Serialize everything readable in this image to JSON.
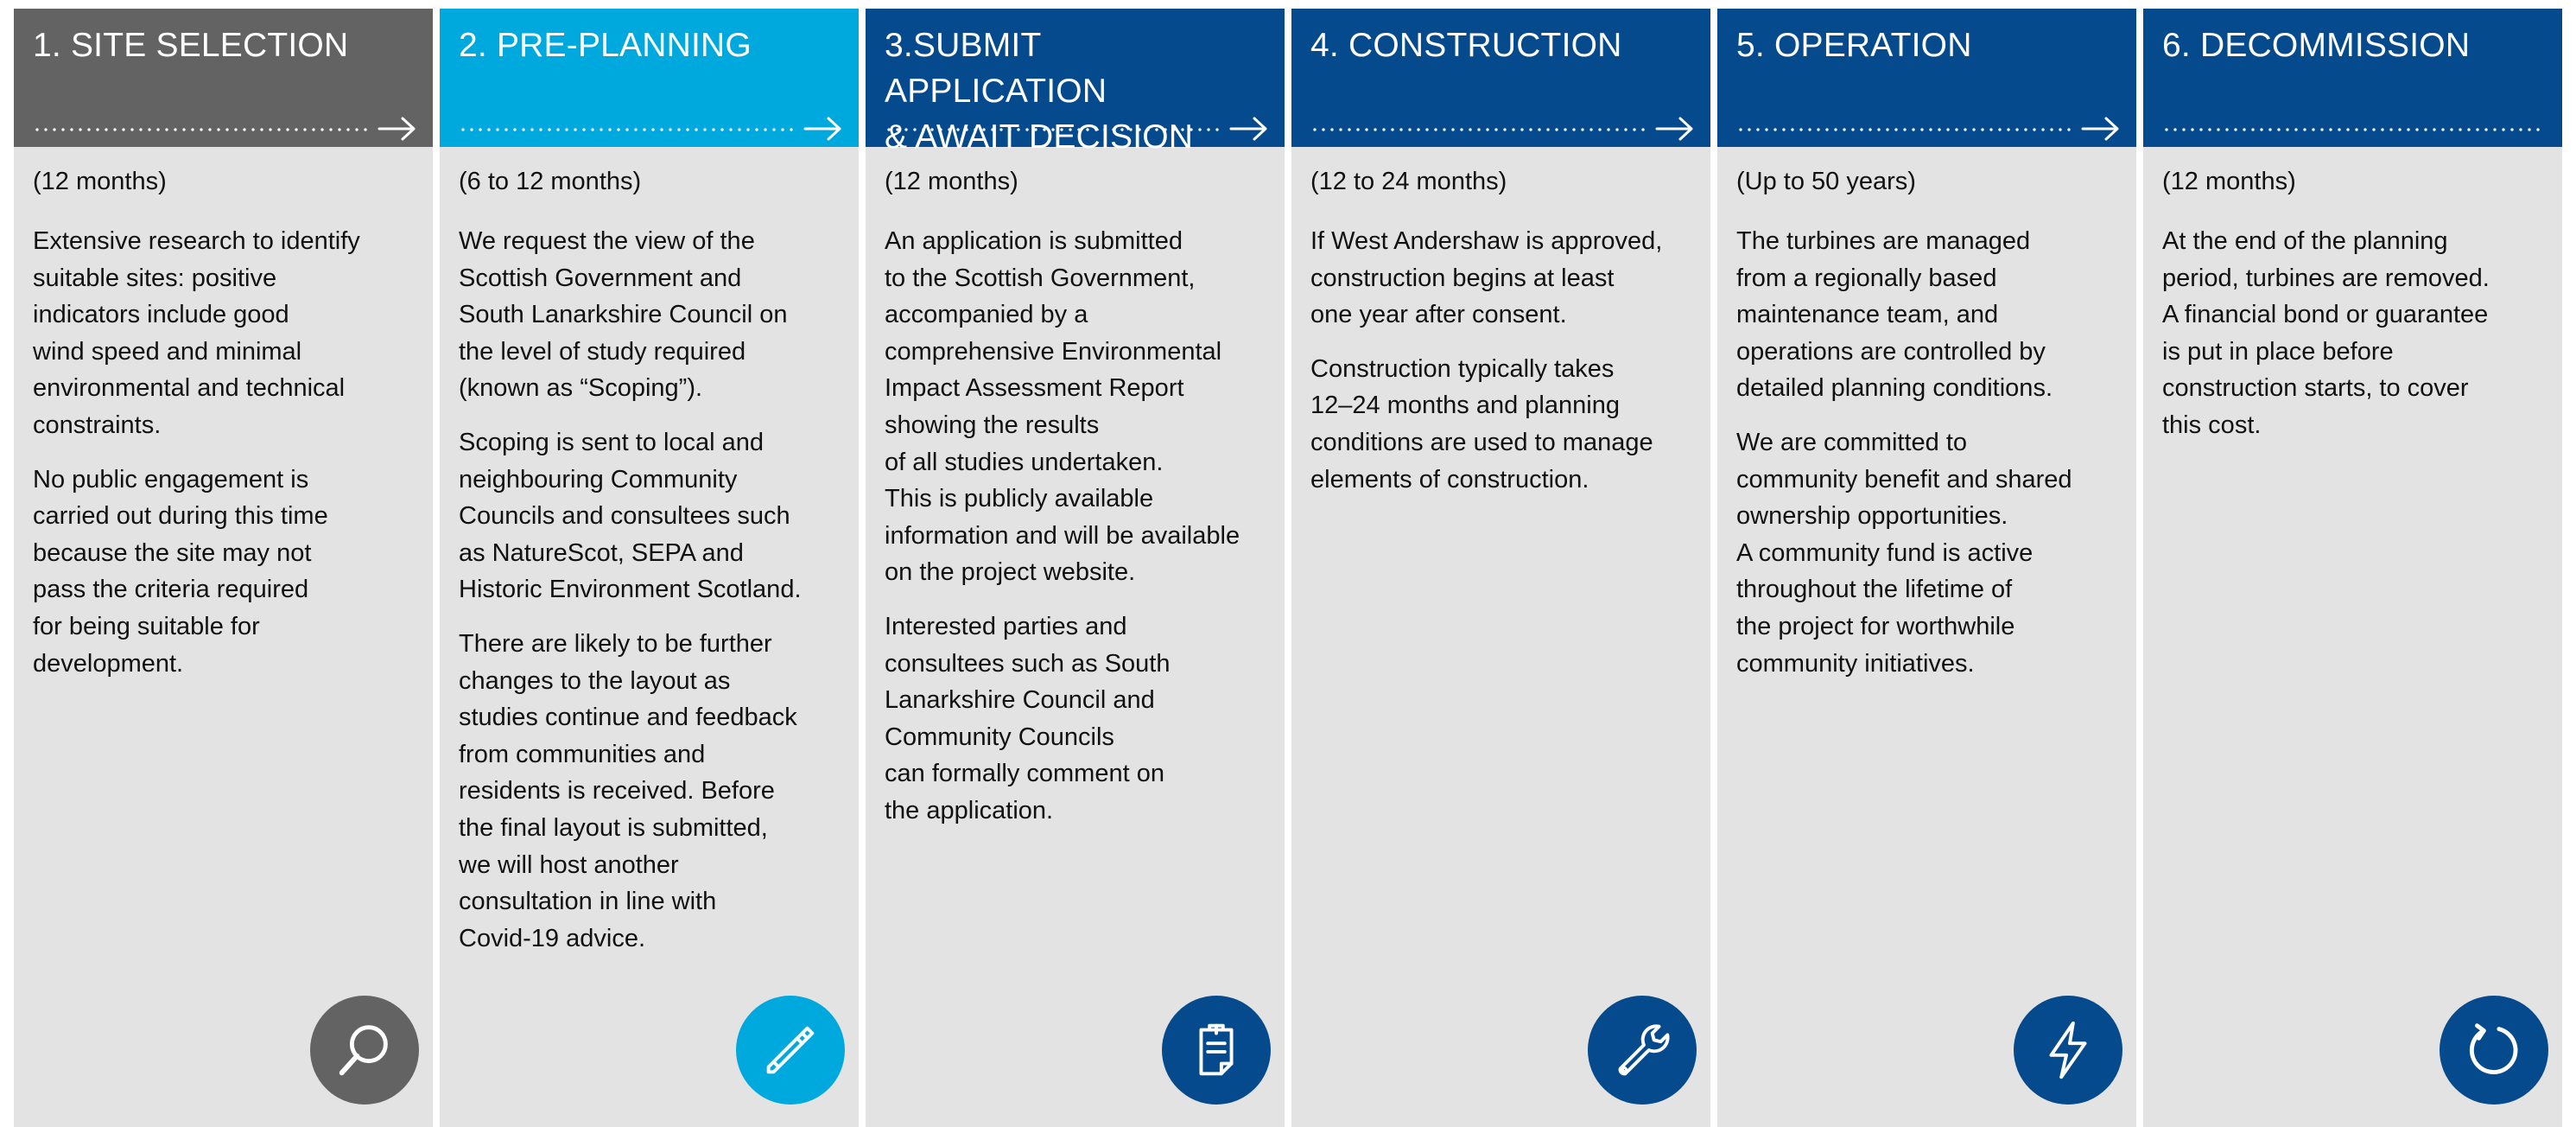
{
  "colors": {
    "gray": "#636363",
    "cyan": "#00a9dd",
    "navy": "#054a8c",
    "panel_bg": "#e3e3e3"
  },
  "stages": [
    {
      "title": "1. SITE SELECTION",
      "duration": "(12 months)",
      "paragraphs": [
        "Extensive research to identify\nsuitable sites: positive\nindicators include good\nwind speed and minimal\nenvironmental and technical\nconstraints.",
        "No public engagement is\ncarried out during this time\nbecause the site may not\npass the criteria required\nfor being suitable for\ndevelopment."
      ],
      "icon": "magnifier-icon"
    },
    {
      "title": "2. PRE-PLANNING",
      "duration": "(6 to 12 months)",
      "paragraphs": [
        "We request the view of the\nScottish Government and\nSouth Lanarkshire Council on\nthe level of study required\n(known as “Scoping”).",
        "Scoping is sent to local and\nneighbouring Community\nCouncils and consultees such\nas NatureScot, SEPA and\nHistoric Environment Scotland.",
        "There are likely to be further\nchanges to the layout as\nstudies continue and feedback\nfrom communities and\nresidents is received.  Before\nthe final layout is submitted,\nwe will host another\nconsultation in line with\nCovid-19 advice."
      ],
      "icon": "pencil-icon"
    },
    {
      "title": "3.SUBMIT APPLICATION\n&  AWAIT DECISION",
      "duration": "(12 months)",
      "paragraphs": [
        "An application is submitted\nto the Scottish Government,\naccompanied by a\ncomprehensive Environmental\nImpact Assessment Report\nshowing the results\nof all studies undertaken.\nThis is publicly available\ninformation and will be available\non the project website.",
        "Interested parties and\nconsultees such as South\nLanarkshire Council and\nCommunity Councils\ncan formally comment on\nthe application."
      ],
      "icon": "clipboard-icon"
    },
    {
      "title": "4. CONSTRUCTION",
      "duration": "(12 to 24 months)",
      "paragraphs": [
        "If West Andershaw is approved,\nconstruction begins at least\none year after consent.",
        "Construction typically takes\n12–24 months and planning\nconditions are used to manage\nelements of construction."
      ],
      "icon": "wrench-icon"
    },
    {
      "title": "5. OPERATION",
      "duration": "(Up to 50 years)",
      "paragraphs": [
        "The turbines are managed\nfrom a regionally based\nmaintenance team, and\noperations are controlled by\ndetailed planning conditions.",
        "We are committed to\ncommunity benefit and shared\nownership opportunities.\nA community fund is active\nthroughout the lifetime of\nthe project for worthwhile\ncommunity initiatives."
      ],
      "icon": "lightning-icon"
    },
    {
      "title": "6. DECOMMISSION",
      "duration": "(12 months)",
      "paragraphs": [
        "At the end of the planning\nperiod, turbines are removed.\nA financial  bond or guarantee\nis put in place before\nconstruction starts, to cover\nthis cost."
      ],
      "icon": "refresh-icon"
    }
  ]
}
